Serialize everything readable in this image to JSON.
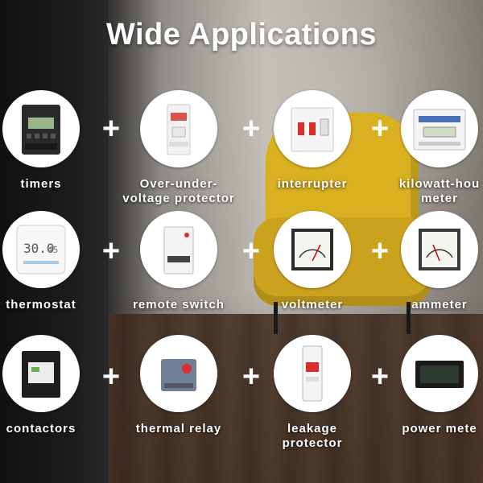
{
  "title": "Wide Applications",
  "plus_symbol": "+",
  "applications": [
    {
      "label": "timers",
      "icon": "timer-icon"
    },
    {
      "label": "Over-under-\nvoltage protector",
      "icon": "voltage-protector-icon"
    },
    {
      "label": "interrupter",
      "icon": "interrupter-icon"
    },
    {
      "label": "kilowatt-hou\nmeter",
      "icon": "kilowatt-hour-meter-icon"
    },
    {
      "label": "thermostat",
      "icon": "thermostat-icon"
    },
    {
      "label": "remote switch",
      "icon": "remote-switch-icon"
    },
    {
      "label": "voltmeter",
      "icon": "voltmeter-icon"
    },
    {
      "label": "ammeter",
      "icon": "ammeter-icon"
    },
    {
      "label": "contactors",
      "icon": "contactor-icon"
    },
    {
      "label": "thermal relay",
      "icon": "thermal-relay-icon"
    },
    {
      "label": "leakage\nprotector",
      "icon": "leakage-protector-icon"
    },
    {
      "label": "power mete",
      "icon": "power-meter-icon"
    }
  ],
  "devices": {
    "thermostat_display": "30.0",
    "thermostat_display_small": "45"
  }
}
